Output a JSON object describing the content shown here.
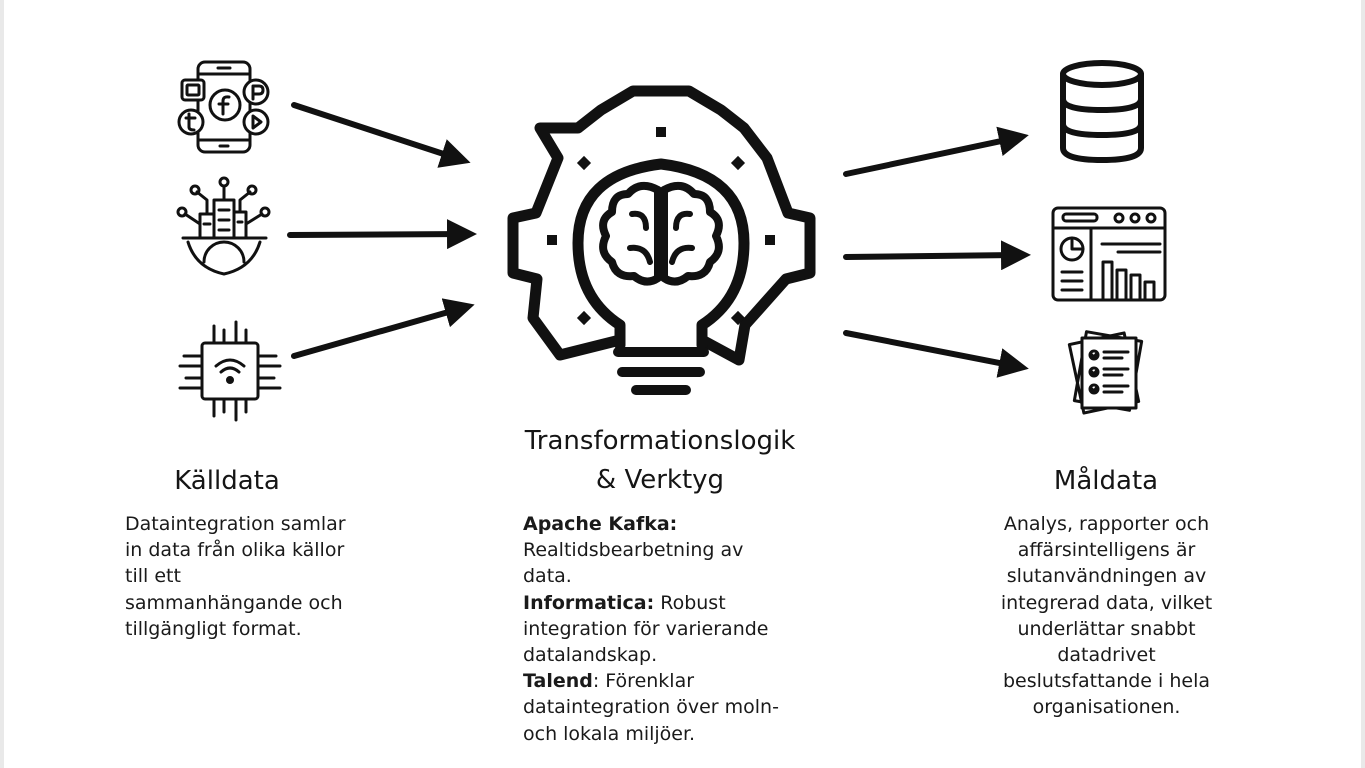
{
  "source": {
    "title": "Källdata",
    "description": "Dataintegration samlar in data från olika källor till ett sammanhängande och tillgängligt format.",
    "icons": [
      "social-media-phone-icon",
      "smart-city-icon",
      "iot-chip-icon"
    ]
  },
  "center": {
    "title_line1": "Transformationslogik",
    "title_line2": "& Verktyg",
    "icon": "gear-lightbulb-brain-icon",
    "tools": [
      {
        "name": "Apache Kafka:",
        "text": "Realtidsbearbetning av data."
      },
      {
        "name": "Informatica:",
        "text": "Robust integration för varierande datalandskap."
      },
      {
        "name": "Talend",
        "text": ": Förenklar dataintegration över moln- och lokala miljöer."
      }
    ]
  },
  "target": {
    "title": "Måldata",
    "description": "Analys, rapporter och affärsintelligens är slutanvändningen av integrerad data, vilket underlättar snabbt datadrivet beslutsfattande i hela organisationen.",
    "icons": [
      "database-icon",
      "dashboard-report-icon",
      "checklist-documents-icon"
    ]
  },
  "colors": {
    "ink": "#111111",
    "background": "#ffffff"
  }
}
